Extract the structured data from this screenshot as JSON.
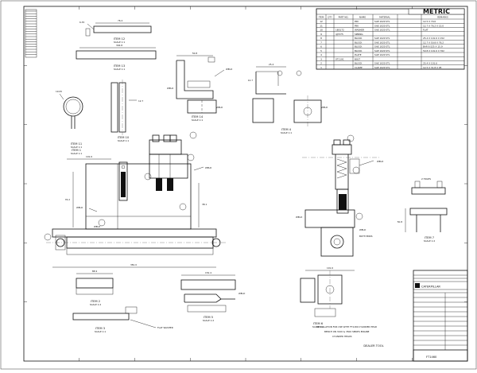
{
  "title_block": {
    "system_label": "METRIC",
    "company": "CATERPILLAR",
    "drawing_no": "FT1460",
    "dealer_tool": "DEALER TOOL",
    "note_line1": "INSTALLATION FOR USE WITH FT1180 CYLINDER HEAD",
    "note_line2": "BENCH ON 3100 & 3500 SERIES ENGINE",
    "note_line3": "CYLINDER HEADS"
  },
  "bom": {
    "headers": [
      "ITEM",
      "QTY",
      "PART NO.",
      "NAME",
      "MATERIAL",
      "REMARKS"
    ],
    "rows": [
      {
        "item": "12",
        "part": "",
        "name": "PIN",
        "mat": "SAE 1020 STL",
        "rem": "12.5 X 70.0"
      },
      {
        "item": "11",
        "part": "",
        "name": "PIN",
        "mat": "SAE 1020 STL",
        "rem": "12.7 X 76.2 X 15.0"
      },
      {
        "item": "10",
        "part": "1B5172",
        "name": "WASHER",
        "mat": "SAE 1020 STL",
        "rem": "FLAT"
      },
      {
        "item": "9",
        "part": "4J7375",
        "name": "SPRING",
        "mat": "",
        "rem": ""
      },
      {
        "item": "8",
        "part": "",
        "name": "BLOCK",
        "mat": "SAE 1020 STL",
        "rem": "25.4 X 101.6 X 152"
      },
      {
        "item": "7",
        "part": "",
        "name": "BLOCK",
        "mat": "SAE 1020 STL",
        "rem": "12.7 X 50.8 X 76.2"
      },
      {
        "item": "6",
        "part": "",
        "name": "BLOCK",
        "mat": "SAE 1020 STL",
        "rem": "BAR 9.525 X 15.9"
      },
      {
        "item": "5",
        "part": "",
        "name": "BLOCK",
        "mat": "SAE 1020 STL",
        "rem": "50.8 X 101.6 X 762"
      },
      {
        "item": "4",
        "part": "",
        "name": "PLATE",
        "mat": "SAE 1020 STL",
        "rem": ""
      },
      {
        "item": "3",
        "part": "0T1191",
        "name": "BOLT",
        "mat": "",
        "rem": ""
      },
      {
        "item": "2",
        "part": "",
        "name": "BLOCK",
        "mat": "SAE 1020 STL",
        "rem": "25.4 X 101.6"
      },
      {
        "item": "1",
        "part": "",
        "name": "CLAMP",
        "mat": "SAE 1020 STL",
        "rem": "12.5 X 31.8 X 95"
      }
    ]
  },
  "labels": {
    "item12": "ITEM 12",
    "item12_scale": "SCALE 1:1",
    "item13": "ITEM 13",
    "item13_scale": "SCALE 1:1",
    "item11": "ITEM 11",
    "item11_scale": "SCALE 1:1",
    "item10": "ITEM 10",
    "item10_scale": "SCALE 1:1",
    "item1": "ITEM 1",
    "item1_scale": "SCALE 1:1",
    "item14": "ITEM 14",
    "item14_scale": "SCALE 1:1",
    "item4": "ITEM 4",
    "item4_scale": "SCALE 1:1",
    "item2": "ITEM 2",
    "item2_scale": "SCALE 1:2",
    "item3": "ITEM 3",
    "item3_scale": "SCALE 1:1",
    "item5": "ITEM 5",
    "item5_scale": "SCALE 1:2",
    "item6": "ITEM 6",
    "item6_scale": "SCALE 1:2",
    "item7": "ITEM 7",
    "item7_scale": "SCALE 1:2",
    "weld": "WELD",
    "both_ends": "BOTH ENDS",
    "flat_washer": "FLAT WASHER",
    "drill_holes": "2 HOLES"
  },
  "dims": {
    "d1": "152.4",
    "d2": "101.6",
    "d3": "76.2",
    "d4": "50.8",
    "d5": "25.4",
    "d6": "12.7",
    "d7": "381.0",
    "d8": "304.8",
    "d9": "6.35",
    "d10": "19.05",
    "d11": "38.1",
    "d12": "88.9"
  }
}
